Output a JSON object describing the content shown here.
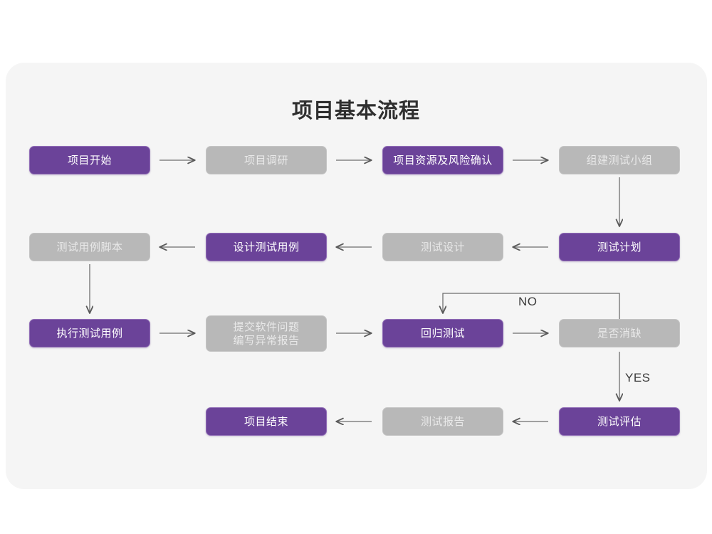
{
  "diagram": {
    "title": "项目基本流程",
    "colors": {
      "panel_background": "#f5f5f5",
      "page_background": "#ffffff",
      "node_purple": "#6b4399",
      "node_purple_border": "#8f6bb5",
      "node_gray": "#b8b8b8",
      "node_gray_text": "#e9e9e9",
      "node_purple_text": "#ffffff",
      "connector": "#6e6e6e",
      "title_text": "#2f2f2f"
    },
    "type": "flowchart",
    "rows": [
      {
        "row": 1,
        "nodes": [
          {
            "id": "n1",
            "label": "项目开始",
            "style": "purple"
          },
          {
            "id": "n2",
            "label": "项目调研",
            "style": "gray"
          },
          {
            "id": "n3",
            "label": "项目资源及风险确认",
            "style": "purple"
          },
          {
            "id": "n4",
            "label": "组建测试小组",
            "style": "gray"
          }
        ]
      },
      {
        "row": 2,
        "nodes": [
          {
            "id": "n5",
            "label": "测试用例脚本",
            "style": "gray"
          },
          {
            "id": "n6",
            "label": "设计测试用例",
            "style": "purple"
          },
          {
            "id": "n7",
            "label": "测试设计",
            "style": "gray"
          },
          {
            "id": "n8",
            "label": "测试计划",
            "style": "purple"
          }
        ]
      },
      {
        "row": 3,
        "nodes": [
          {
            "id": "n9",
            "label": "执行测试用例",
            "style": "purple"
          },
          {
            "id": "n10",
            "label": "提交软件问题\n编写异常报告",
            "style": "gray"
          },
          {
            "id": "n11",
            "label": "回归测试",
            "style": "purple"
          },
          {
            "id": "n12",
            "label": "是否消缺",
            "style": "gray"
          }
        ]
      },
      {
        "row": 4,
        "nodes": [
          {
            "id": "n13",
            "label": "项目结束",
            "style": "purple"
          },
          {
            "id": "n14",
            "label": "测试报告",
            "style": "gray"
          },
          {
            "id": "n15",
            "label": "测试评估",
            "style": "purple"
          }
        ]
      }
    ],
    "edge_labels": {
      "no": "NO",
      "yes": "YES"
    },
    "edges": [
      {
        "from": "n1",
        "to": "n2",
        "direction": "right",
        "label": ""
      },
      {
        "from": "n2",
        "to": "n3",
        "direction": "right",
        "label": ""
      },
      {
        "from": "n3",
        "to": "n4",
        "direction": "right",
        "label": ""
      },
      {
        "from": "n4",
        "to": "n8",
        "direction": "down",
        "label": ""
      },
      {
        "from": "n8",
        "to": "n7",
        "direction": "left",
        "label": ""
      },
      {
        "from": "n7",
        "to": "n6",
        "direction": "left",
        "label": ""
      },
      {
        "from": "n6",
        "to": "n5",
        "direction": "left",
        "label": ""
      },
      {
        "from": "n5",
        "to": "n9",
        "direction": "down",
        "label": ""
      },
      {
        "from": "n9",
        "to": "n10",
        "direction": "right",
        "label": ""
      },
      {
        "from": "n10",
        "to": "n11",
        "direction": "right",
        "label": ""
      },
      {
        "from": "n11",
        "to": "n12",
        "direction": "right",
        "label": ""
      },
      {
        "from": "n12",
        "to": "n11",
        "direction": "loop-up-left",
        "label": "NO"
      },
      {
        "from": "n12",
        "to": "n15",
        "direction": "down",
        "label": "YES"
      },
      {
        "from": "n15",
        "to": "n14",
        "direction": "left",
        "label": ""
      },
      {
        "from": "n14",
        "to": "n13",
        "direction": "left",
        "label": ""
      }
    ]
  }
}
